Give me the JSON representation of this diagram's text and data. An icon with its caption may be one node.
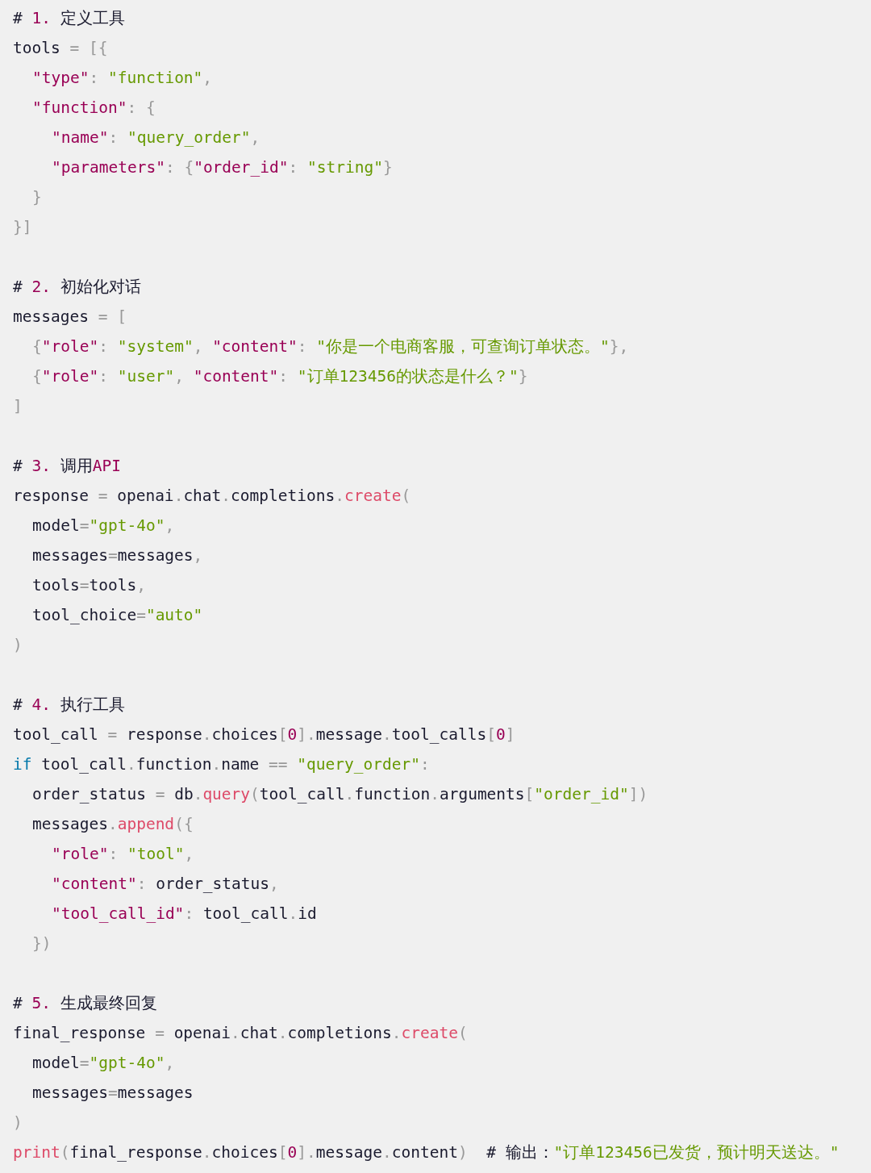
{
  "diagram": {
    "labels": [
      "# 1. 定义工具",
      "tools = [{",
      "\"type\": \"function\",",
      "\"function\": {",
      "\"name\": \"query_order\",",
      "\"parameters\": {\"order_id\": \"string\"}",
      "}",
      "}]",
      "# 2. 初始化对话",
      "messages = [",
      "{\"role\": \"system\", \"content\": \"你是一个电商客服，可查询订单状态。\"},",
      "{\"role\": \"user\", \"content\": \"订单123456的状态是什么？\"}",
      "]",
      "# 3. 调用API",
      "response = openai.chat.completions.create(",
      "model=\"gpt-4o\",",
      "messages=messages,",
      "tools=tools,",
      "tool_choice=\"auto\"",
      ")",
      "# 4. 执行工具",
      "tool_call = response.choices[0].message.tool_calls[0]",
      "if tool_call.function.name == \"query_order\":",
      "order_status = db.query(tool_call.function.arguments[\"order_id\"])",
      "messages.append({",
      "\"role\": \"tool\",",
      "\"content\": order_status,",
      "\"tool_call_id\": tool_call.id",
      "})",
      "# 5. 生成最终回复",
      "final_response = openai.chat.completions.create(",
      "model=\"gpt-4o\",",
      "messages=messages",
      ")",
      "print(final_response.choices[0].message.content)  # 输出：\"订单123456已发货，预计明天送达。\""
    ]
  }
}
